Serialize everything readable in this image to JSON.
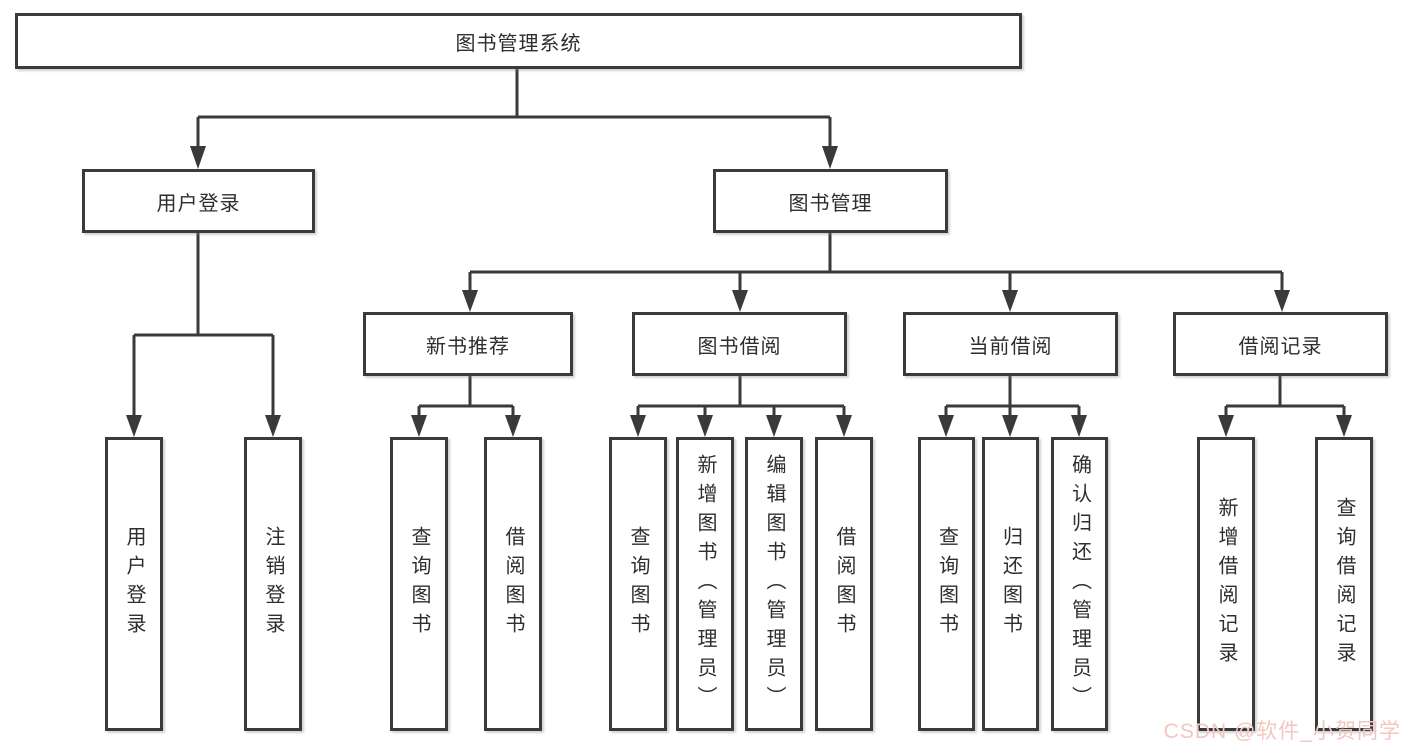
{
  "tree": {
    "root": {
      "label": "图书管理系统"
    },
    "level2": [
      {
        "label": "用户登录"
      },
      {
        "label": "图书管理"
      }
    ],
    "level3": [
      {
        "label": "新书推荐",
        "parent": "图书管理"
      },
      {
        "label": "图书借阅",
        "parent": "图书管理"
      },
      {
        "label": "当前借阅",
        "parent": "图书管理"
      },
      {
        "label": "借阅记录",
        "parent": "图书管理"
      }
    ],
    "leaves": [
      {
        "label": "用户登录",
        "parent": "用户登录"
      },
      {
        "label": "注销登录",
        "parent": "用户登录"
      },
      {
        "label": "查询图书",
        "parent": "新书推荐"
      },
      {
        "label": "借阅图书",
        "parent": "新书推荐"
      },
      {
        "label": "查询图书",
        "parent": "图书借阅"
      },
      {
        "label": "新增图书（管理员）",
        "parent": "图书借阅"
      },
      {
        "label": "编辑图书（管理员）",
        "parent": "图书借阅"
      },
      {
        "label": "借阅图书",
        "parent": "图书借阅"
      },
      {
        "label": "查询图书",
        "parent": "当前借阅"
      },
      {
        "label": "归还图书",
        "parent": "当前借阅"
      },
      {
        "label": "确认归还（管理员）",
        "parent": "当前借阅"
      },
      {
        "label": "新增借阅记录",
        "parent": "借阅记录"
      },
      {
        "label": "查询借阅记录",
        "parent": "借阅记录"
      }
    ]
  },
  "watermark": {
    "text": "CSDN @软件_小贺同学"
  },
  "colors": {
    "line": "#3a3a3a",
    "box_border": "#3a3a3a",
    "box_background": "#ffffff",
    "text": "#2e2e2e",
    "watermark": "#f3c6c0",
    "background": "#ffffff"
  }
}
